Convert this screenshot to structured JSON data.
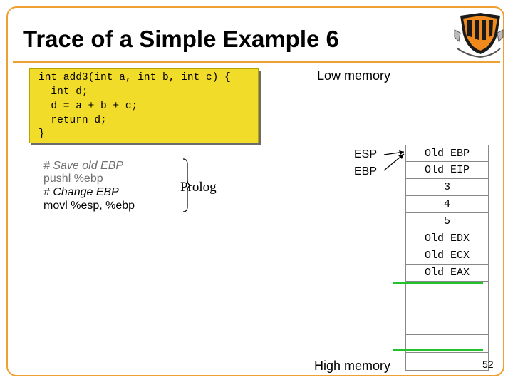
{
  "slide": {
    "title": "Trace of a Simple Example 6",
    "page_number": "52",
    "accent_color": "#f0a030"
  },
  "code": {
    "lines": [
      "int add3(int a, int b, int c) {",
      "  int d;",
      "  d = a + b + c;",
      "  return d;",
      "}"
    ]
  },
  "assembly": {
    "lines": [
      "# Save old EBP",
      "pushl %ebp",
      "# Change EBP",
      "movl %esp, %ebp"
    ],
    "group_label": "Prolog"
  },
  "memory": {
    "low_label": "Low memory",
    "high_label": "High memory",
    "registers": [
      "ESP",
      "EBP"
    ],
    "stack_cells": [
      "Old EBP",
      "Old EIP",
      "3",
      "4",
      "5",
      "Old EDX",
      "Old ECX",
      "Old EAX",
      "",
      "",
      "",
      "",
      ""
    ],
    "divider_color": "#22c22a"
  }
}
